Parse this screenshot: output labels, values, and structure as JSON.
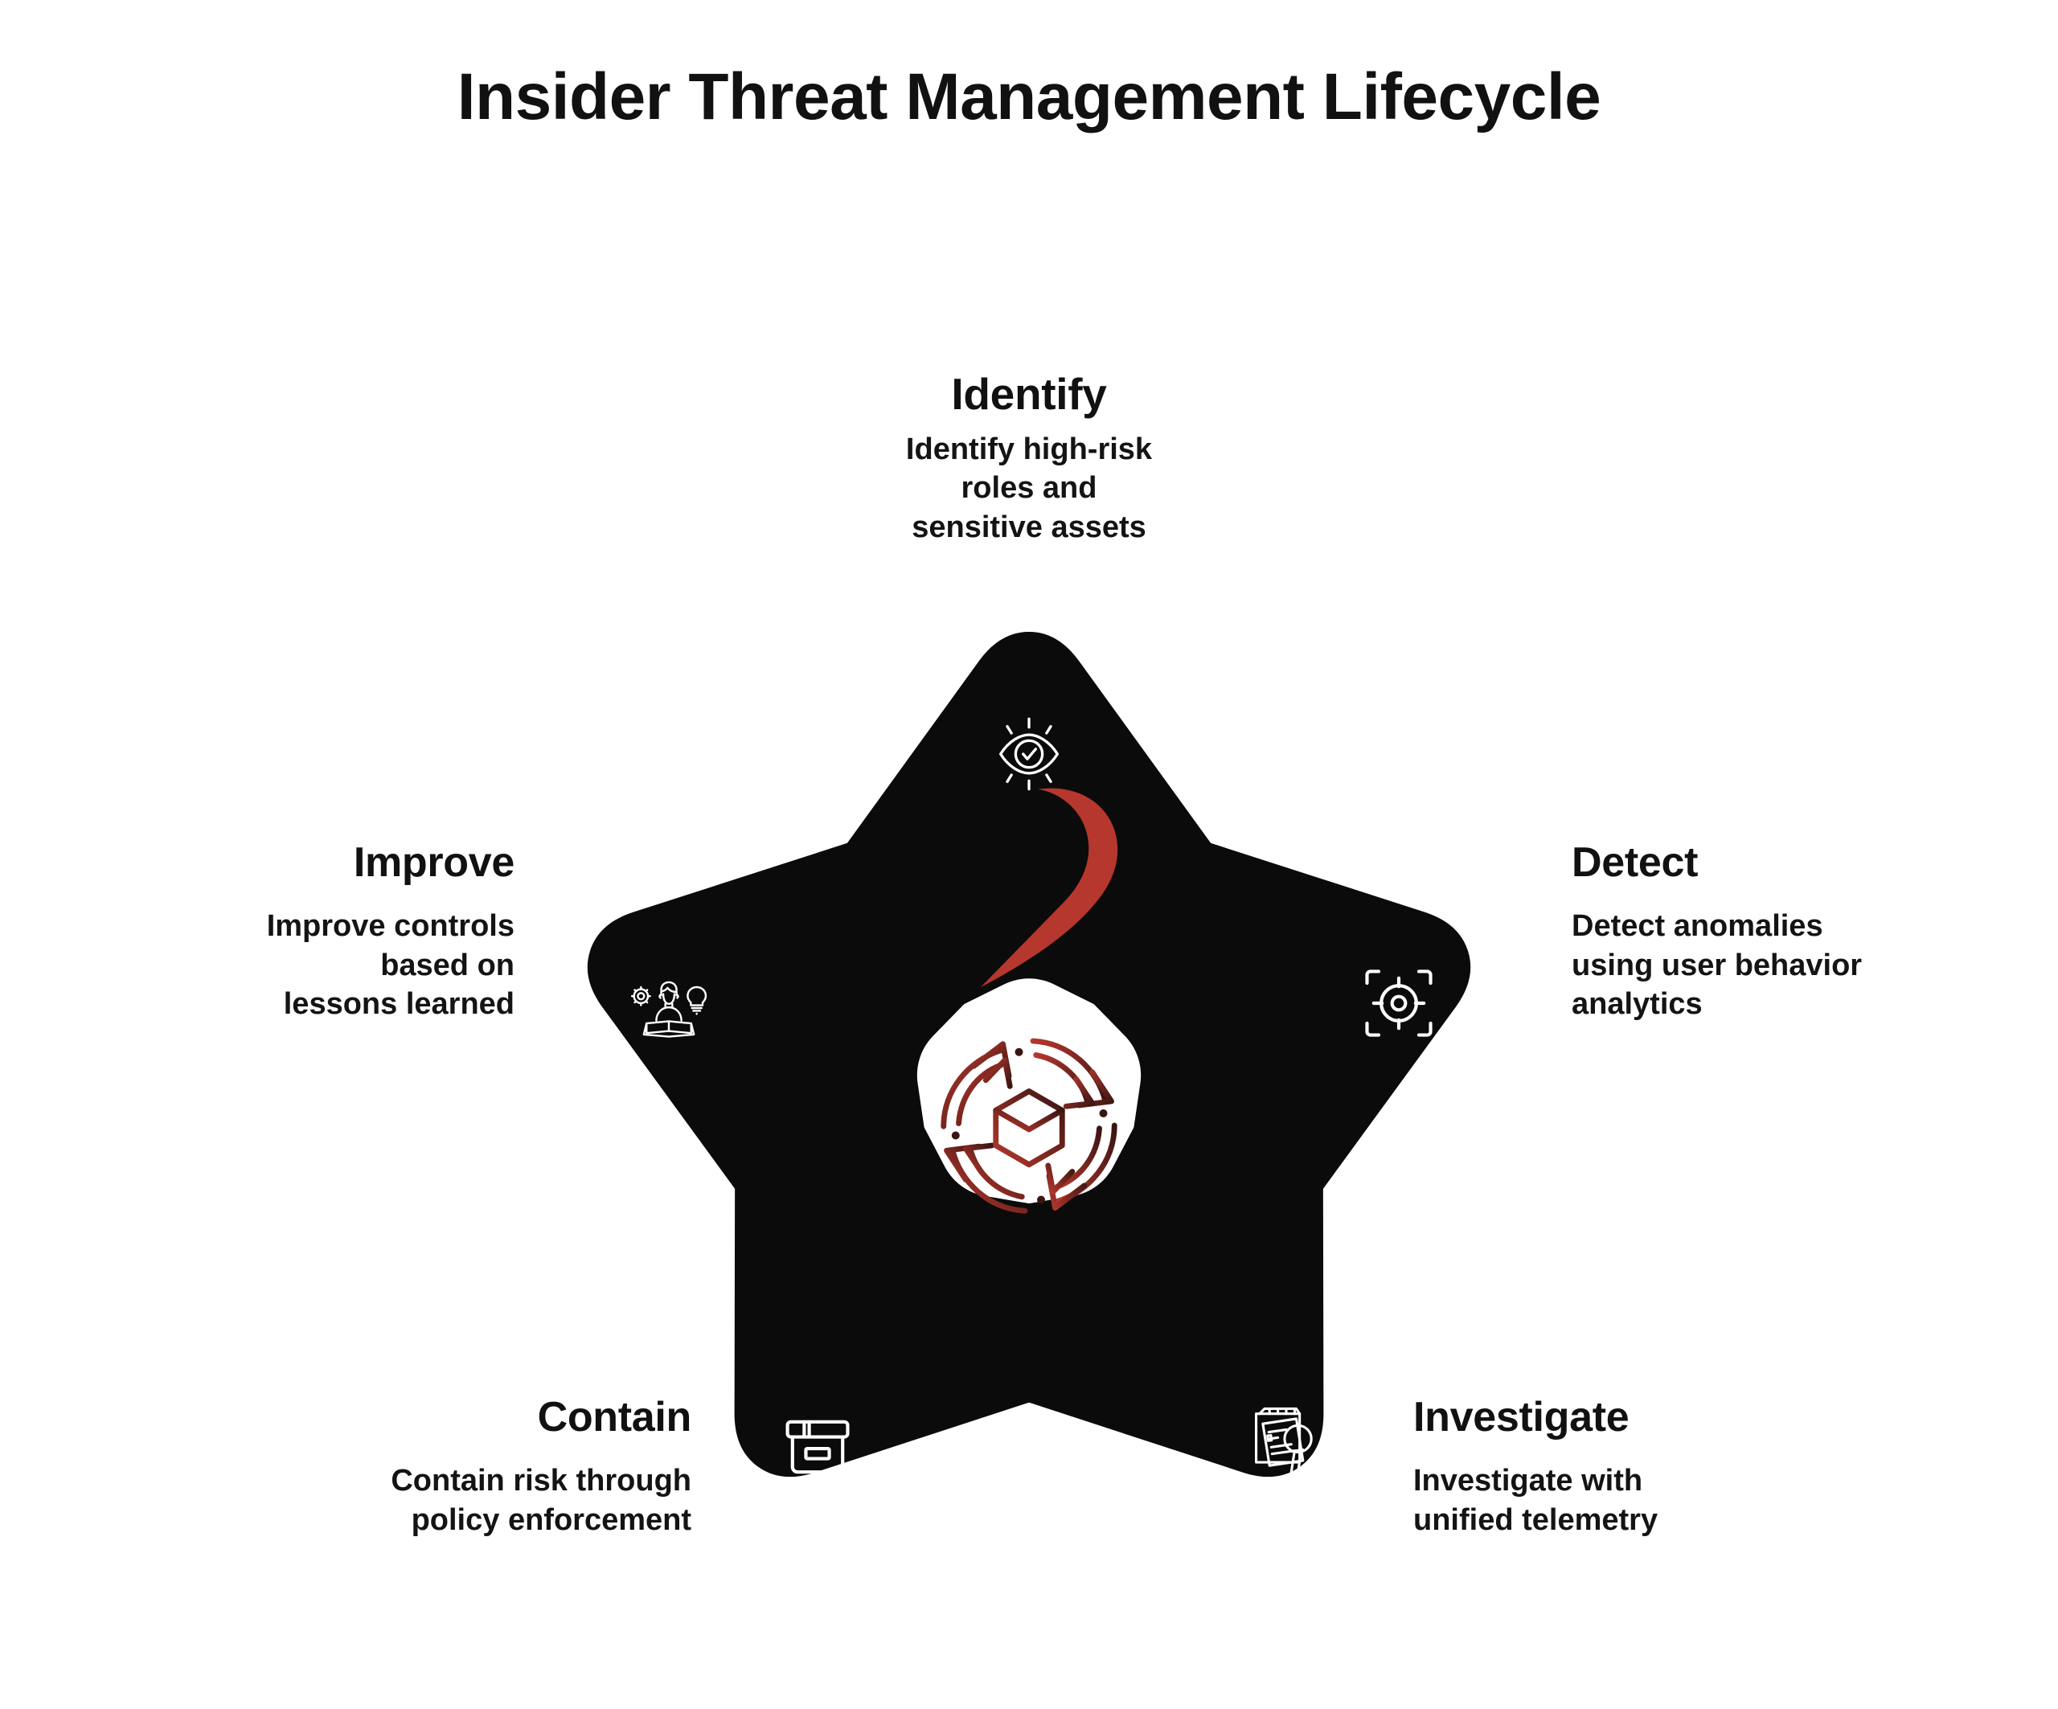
{
  "page": {
    "title": "Insider Threat Management Lifecycle",
    "background_color": "#FFFFFF"
  },
  "colors": {
    "petal_black": "#0B0B0B",
    "petal_red": "#B5372D",
    "text_black": "#111111",
    "icon_white": "#FFFFFF",
    "center_icon_red": "#B5372D",
    "center_icon_dark": "#3A1512"
  },
  "center": {
    "icon_name": "cycle-cube-icon",
    "description": "four curved arrows circling a 3D cube"
  },
  "stages": [
    {
      "key": "identify",
      "label": "Identify",
      "description": "Identify high-risk\nroles and\nsensitive assets",
      "icon_name": "eye-check-icon",
      "position": "top",
      "align": "center"
    },
    {
      "key": "detect",
      "label": "Detect",
      "description": "Detect anomalies\nusing user behavior\nanalytics",
      "icon_name": "crosshair-target-icon",
      "position": "right",
      "align": "left"
    },
    {
      "key": "investigate",
      "label": "Investigate",
      "description": "Investigate with\nunified telemetry",
      "icon_name": "document-magnifier-icon",
      "position": "bottom-right",
      "align": "left"
    },
    {
      "key": "contain",
      "label": "Contain",
      "description": "Contain risk through\npolicy enforcement",
      "icon_name": "archive-box-icon",
      "position": "bottom-left",
      "align": "right"
    },
    {
      "key": "improve",
      "label": "Improve",
      "description": "Improve controls\nbased on\nlessons learned",
      "icon_name": "person-book-gear-bulb-icon",
      "position": "left",
      "align": "right"
    }
  ]
}
